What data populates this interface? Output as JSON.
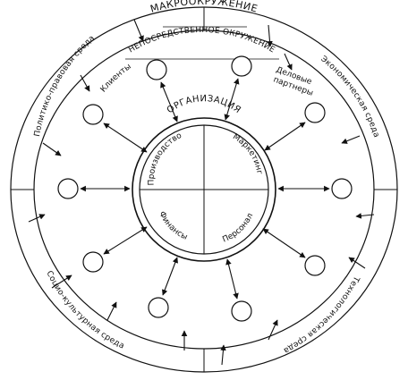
{
  "macro_title": "МАКРООКРУЖЕНИЕ",
  "micro_title": "НЕПОСРЕДСТВЕННОЕ ОКРУЖЕНИЕ",
  "macro_factors": {
    "top_left": "Политико-правовая среда",
    "top_right": "Экономическая среда",
    "bottom_left": "Социо-культурная среда",
    "bottom_right": "Технологическая среда"
  },
  "partners": {
    "clients": "Клиенты",
    "business_partners_line1": "Деловые",
    "business_partners_line2": "партнеры"
  },
  "organization": {
    "title": "ОРГАНИЗАЦИЯ",
    "quadrants": {
      "production": "Производство",
      "marketing": "Маркетинг",
      "finance": "Финансы",
      "personnel": "Персонал"
    }
  }
}
